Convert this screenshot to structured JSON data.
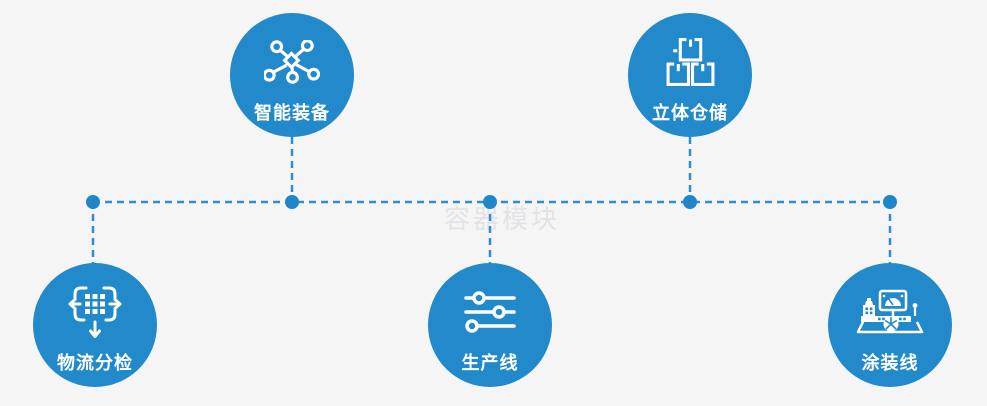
{
  "watermark": "容器模块",
  "colors": {
    "node_blue": "#2289cb",
    "connector_blue": "#2d8fd2",
    "background": "#f5f5f6",
    "icon_white": "#ffffff",
    "watermark_gray": "#e3e3e6"
  },
  "nodes": [
    {
      "id": "smart-equipment",
      "label": "智能装备",
      "icon": "network-nodes-icon",
      "position": "top-left"
    },
    {
      "id": "stereoscopic-warehouse",
      "label": "立体仓储",
      "icon": "stacked-boxes-icon",
      "position": "top-right"
    },
    {
      "id": "logistics-sorting",
      "label": "物流分检",
      "icon": "sort-distribute-icon",
      "position": "bottom-left"
    },
    {
      "id": "production-line",
      "label": "生产线",
      "icon": "sliders-icon",
      "position": "bottom-center"
    },
    {
      "id": "painting-line",
      "label": "涂装线",
      "icon": "control-station-icon",
      "position": "bottom-right"
    }
  ]
}
